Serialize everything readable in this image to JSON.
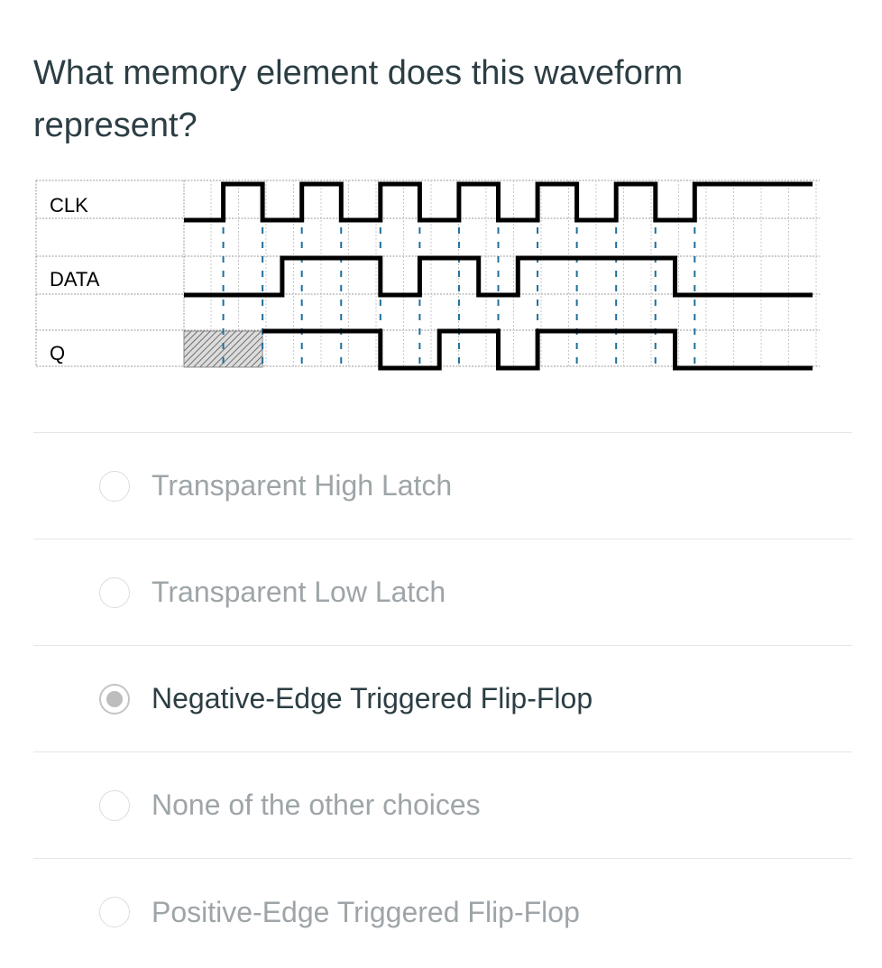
{
  "question": {
    "text": "What memory element does this waveform represent?"
  },
  "waveform": {
    "signals": [
      "CLK",
      "DATA",
      "Q"
    ],
    "clk_levels": [
      "low",
      "high",
      "low",
      "high",
      "low",
      "high",
      "low",
      "high",
      "low",
      "high",
      "low",
      "high",
      "low",
      "high",
      "high",
      "high"
    ],
    "data_levels": [
      "low",
      "low",
      "low",
      "low",
      "low",
      "high",
      "high",
      "high",
      "high",
      "high",
      "low",
      "low",
      "high",
      "high",
      "high",
      "low",
      "low",
      "high",
      "high",
      "high",
      "high",
      "high",
      "high",
      "high",
      "high",
      "low",
      "low",
      "low",
      "low",
      "low",
      "low",
      "low"
    ],
    "q_levels": [
      "unknown",
      "unknown",
      "unknown",
      "unknown",
      "high",
      "high",
      "high",
      "high",
      "high",
      "high",
      "low",
      "low",
      "low",
      "high",
      "high",
      "high",
      "low",
      "low",
      "high",
      "high",
      "high",
      "high",
      "high",
      "high",
      "high",
      "low",
      "low",
      "low",
      "low",
      "low",
      "low",
      "low"
    ]
  },
  "choices": [
    {
      "label": "Transparent High Latch",
      "selected": false
    },
    {
      "label": "Transparent Low Latch",
      "selected": false
    },
    {
      "label": "Negative-Edge Triggered Flip-Flop",
      "selected": true
    },
    {
      "label": "None of the other choices",
      "selected": false
    },
    {
      "label": "Positive-Edge Triggered Flip-Flop",
      "selected": false
    }
  ]
}
